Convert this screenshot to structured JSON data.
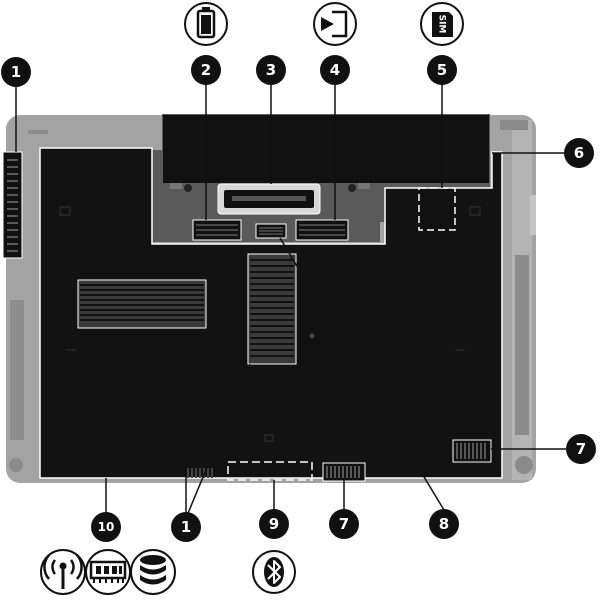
{
  "colors": {
    "page": "#ffffff",
    "body": "#9a9a9a",
    "panel": "#111111",
    "outline": "#ffffff",
    "callout": "#111111",
    "callout_text": "#ffffff",
    "leader": "#111111"
  },
  "callouts": [
    {
      "id": "c1-left",
      "label": "1"
    },
    {
      "id": "c2",
      "label": "2"
    },
    {
      "id": "c3",
      "label": "3"
    },
    {
      "id": "c4",
      "label": "4"
    },
    {
      "id": "c5",
      "label": "5"
    },
    {
      "id": "c6",
      "label": "6"
    },
    {
      "id": "c7-right",
      "label": "7"
    },
    {
      "id": "c10",
      "label": "10"
    },
    {
      "id": "c1-bottom",
      "label": "1"
    },
    {
      "id": "c9",
      "label": "9"
    },
    {
      "id": "c7-bottom",
      "label": "7"
    },
    {
      "id": "c8",
      "label": "8"
    }
  ],
  "icons": {
    "battery": "battery-icon",
    "dock": "docking-connector-icon",
    "sim": "sim-card-icon",
    "sim_label": "SIM",
    "wireless": "wireless-antenna-icon",
    "memory": "memory-module-icon",
    "drive": "hard-drive-icon",
    "bluetooth": "bluetooth-icon"
  }
}
